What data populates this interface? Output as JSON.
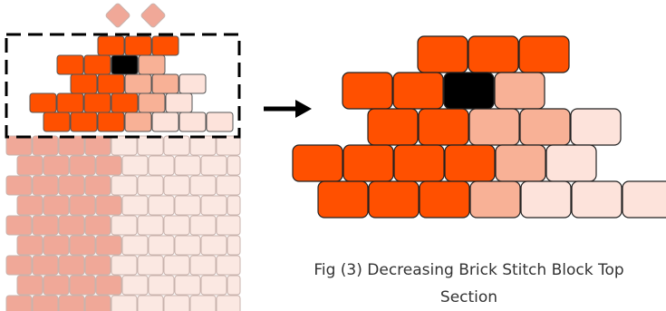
{
  "caption": {
    "line1": "Fig (3) Decreasing Brick Stitch Block Top",
    "line2": "Section"
  },
  "colors": {
    "dark_orange": "#ff5000",
    "light_orange": "#f8b196",
    "very_light_pink": "#fde3db",
    "black_bead": "#000000",
    "faded_salmon": "#f0a898",
    "faded_pale": "#fbe8e2",
    "selection_border": "#000000",
    "arrow": "#000000"
  },
  "icons": {
    "arrow": "arrow-right-icon",
    "bead": "bead-brick"
  },
  "zoomed_pattern": [
    [
      "D",
      "D",
      "D"
    ],
    [
      "D",
      "D",
      "K",
      "L"
    ],
    [
      "D",
      "D",
      "L",
      "L",
      "P"
    ],
    [
      "D",
      "D",
      "D",
      "D",
      "L",
      "P"
    ],
    [
      "D",
      "D",
      "D",
      "L",
      "P",
      "P",
      "P"
    ]
  ],
  "small_top_pattern": [
    [
      "D",
      "D",
      "D"
    ],
    [
      "D",
      "D",
      "K",
      "L"
    ],
    [
      "D",
      "D",
      "L",
      "L",
      "P"
    ],
    [
      "D",
      "D",
      "D",
      "D",
      "L",
      "P"
    ],
    [
      "D",
      "D",
      "D",
      "L",
      "P",
      "P",
      "P"
    ]
  ]
}
